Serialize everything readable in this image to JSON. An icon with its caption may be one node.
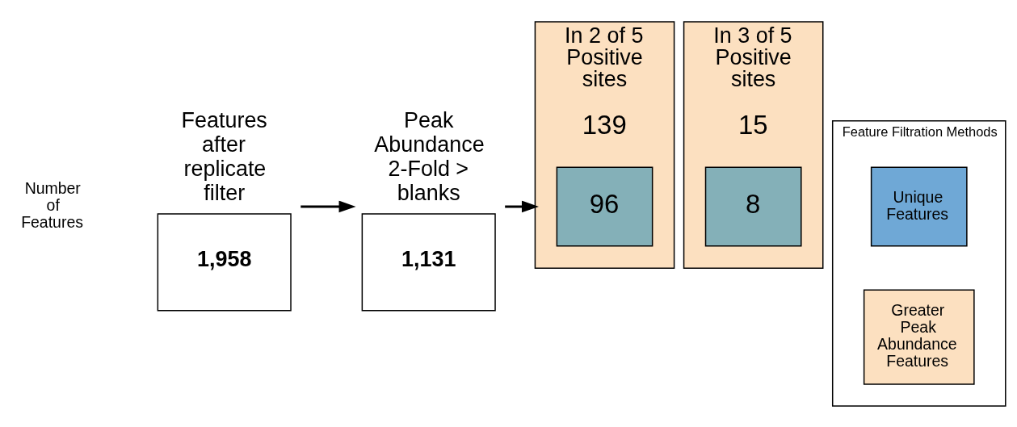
{
  "diagram": {
    "nodes": [
      {
        "text": [
          "Feature Filtration Methods"
        ]
      },
      {
        "text": [
          "Unique Features"
        ],
        "in": 0
      },
      {
        "text": [
          "Greater Peak Abundance Features"
        ],
        "in": 0
      },
      {
        "text": [
          "Features after replicate filter",
          "1,958"
        ]
      },
      {
        "text": [
          "Peak Abundance 2-Fold > blanks",
          "1,131"
        ]
      },
      {
        "text": [
          "In 2 of 5 Positive sites",
          "139"
        ]
      },
      {
        "text": [
          "96"
        ],
        "in": 5
      },
      {
        "text": [
          "In 3 of 5 Positive sites",
          "15"
        ]
      },
      {
        "text": [
          "8"
        ],
        "in": 7
      }
    ],
    "edges": [
      {
        "from": 3,
        "to": 4,
        "arrow": "to"
      },
      {
        "from": 4,
        "to": 5,
        "arrow": "to"
      }
    ],
    "labels": [
      "Number of Features"
    ]
  }
}
